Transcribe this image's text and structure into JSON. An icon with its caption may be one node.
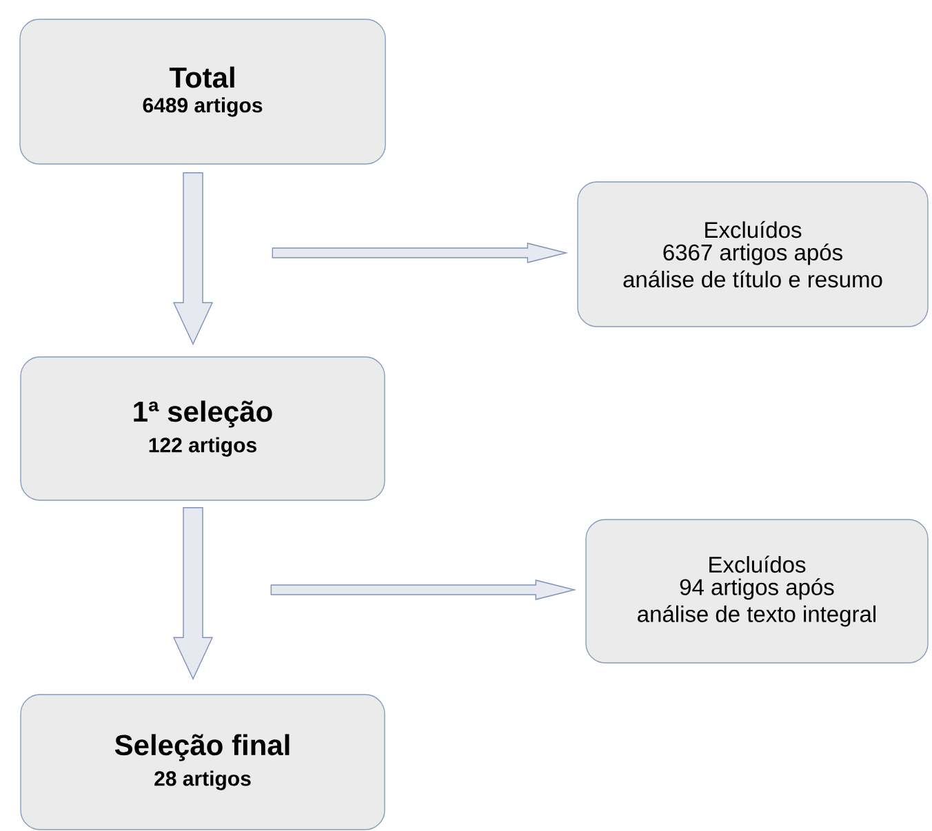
{
  "diagram": {
    "nodes": [
      {
        "text": [
          "Total",
          "6489 artigos"
        ]
      },
      {
        "text": [
          "Excluídos",
          "6367 artigos após",
          "análise de título e resumo"
        ]
      },
      {
        "text": [
          "1ª seleção",
          "122 artigos"
        ]
      },
      {
        "text": [
          "Excluídos",
          "94 artigos após",
          "análise de texto integral"
        ]
      },
      {
        "text": [
          "Seleção final",
          "28 artigos"
        ]
      }
    ],
    "edges": [
      {
        "from": 0,
        "to": 2,
        "arrow": "to"
      },
      {
        "from": null,
        "to": 1,
        "arrow": "to"
      },
      {
        "from": 2,
        "to": 4,
        "arrow": "to"
      },
      {
        "from": null,
        "to": 3,
        "arrow": "to"
      }
    ]
  }
}
